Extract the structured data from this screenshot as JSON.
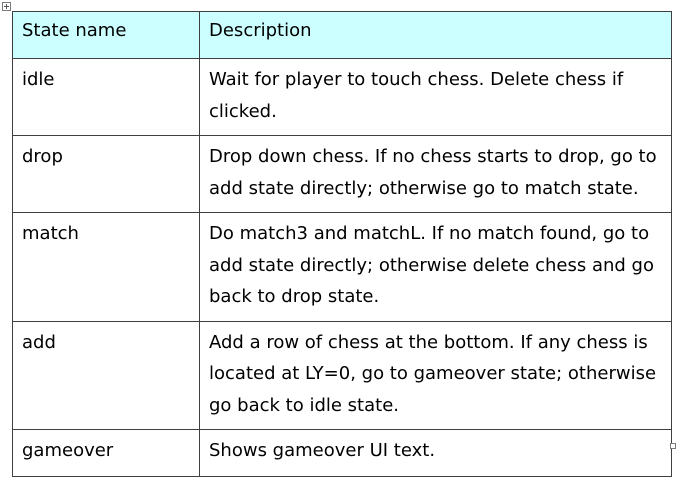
{
  "table": {
    "headers": [
      "State name",
      "Description"
    ],
    "rows": [
      {
        "state": "idle",
        "description": "Wait for player to touch chess. Delete chess if clicked."
      },
      {
        "state": "drop",
        "description": "Drop down chess. If no chess starts to drop, go to add state directly; otherwise go to match state."
      },
      {
        "state": "match",
        "description": "Do match3 and matchL. If no match found, go to add state directly; otherwise delete chess and go back to drop state."
      },
      {
        "state": "add",
        "description": "Add a row of chess at the bottom. If any chess is located at LY=0, go to gameover state; otherwise go back to idle state."
      },
      {
        "state": "gameover",
        "description": "Shows gameover UI text."
      }
    ]
  },
  "colors": {
    "header_background": "#ccffff",
    "border": "#3f3f3f"
  },
  "icons": {
    "move_handle": "table-move-icon",
    "resize_handle": "table-resize-icon"
  }
}
